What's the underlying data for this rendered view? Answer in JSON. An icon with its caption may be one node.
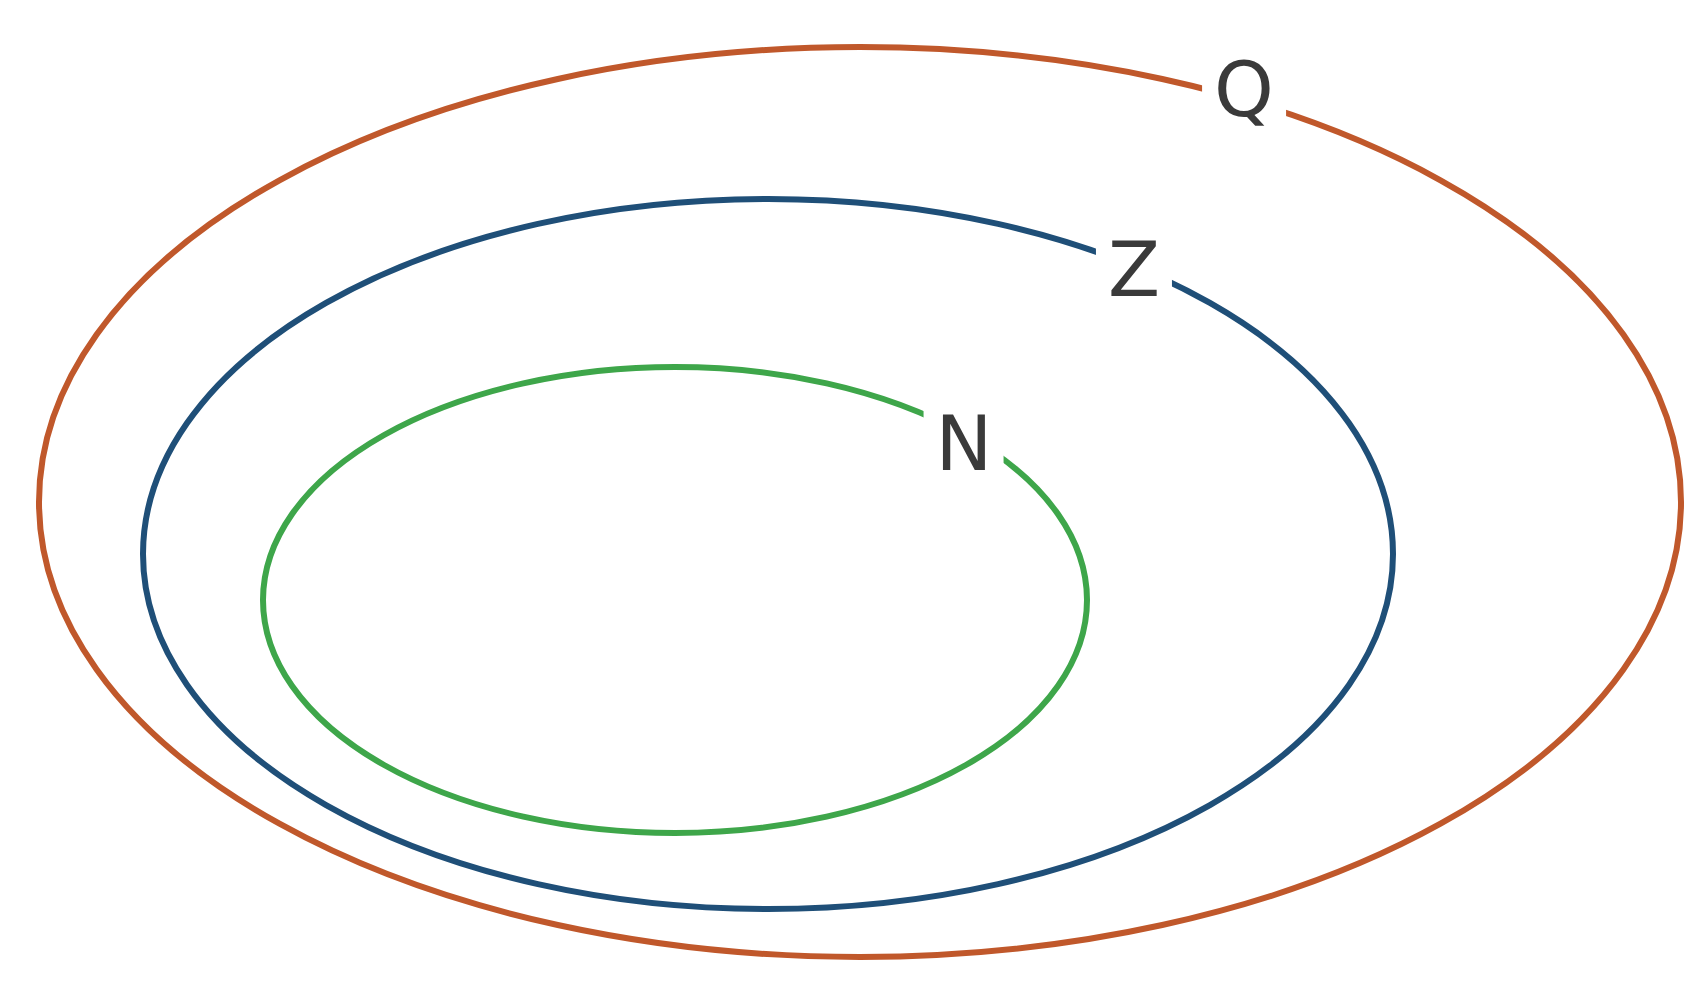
{
  "diagram": {
    "nodes": [
      {
        "text": [
          "Q"
        ]
      },
      {
        "text": [
          "Z"
        ],
        "in": 0
      },
      {
        "text": [
          "N"
        ],
        "in": 1
      }
    ]
  }
}
